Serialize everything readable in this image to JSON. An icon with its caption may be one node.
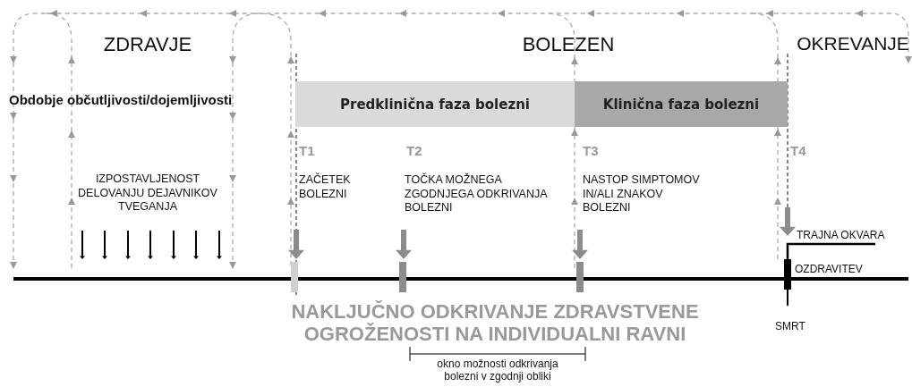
{
  "diagram": {
    "nodes": [
      {
        "text": [
          "Predklinična faza bolezni"
        ]
      },
      {
        "text": [
          "Klinična faza bolezni"
        ]
      }
    ],
    "labels": [
      "ZDRAVJE",
      "BOLEZEN",
      "OKREVANJE",
      "Obdobje občutljivosti/dojemljivosti",
      "T1",
      "T2",
      "T3",
      "T4",
      "IZPOSTAVLJENOST DELOVANJU DEJAVNIKOV TVEGANJA",
      "ZAČETEK BOLEZNI",
      "TOČKA MOŽNEGA ZGODNJEGA ODKRIVANJA BOLEZNI",
      "NASTOP SIMPTOMOV IN/ALI ZNAKOV BOLEZNI",
      "TRAJNA OKVARA",
      "OZDRAVITEV",
      "SMRT",
      "NAKLJUČNO ODKRIVANJE ZDRAVSTVENE OGROŽENOSTI NA INDIVIDUALNI RAVNI",
      "okno možnosti odkrivanja bolezni v zgodnji obliki"
    ]
  }
}
